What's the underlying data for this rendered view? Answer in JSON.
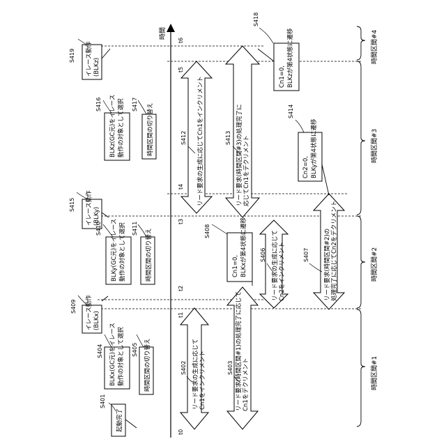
{
  "axis": {
    "time_label": "時間"
  },
  "time_marks": [
    "t0",
    "t1",
    "t2",
    "t3",
    "t4",
    "t5",
    "t6"
  ],
  "intervals": [
    "時間区間#1",
    "時間区間#2",
    "時間区間#3",
    "時間区間#4"
  ],
  "steps": {
    "s401": {
      "id": "S401",
      "text": "起動完了"
    },
    "s402": {
      "id": "S402",
      "lines": [
        "リード要求の生成に応じて",
        "Cn1をインクリメント"
      ]
    },
    "s403": {
      "id": "S403",
      "lines": [
        "リード要求(時間区間#1)の処理完了に応じて",
        "Cn1をデクリメント"
      ]
    },
    "s404": {
      "id": "S404",
      "lines": [
        "BLKx(GC元)をイレース",
        "動作の対象として選択"
      ]
    },
    "s405": {
      "id": "S405",
      "text": "時間区間の切り替え"
    },
    "s406": {
      "id": "S406",
      "lines": [
        "リード要求の生成に応じて",
        "Cn2をインクリメント"
      ]
    },
    "s407": {
      "id": "S407",
      "lines": [
        "リード要求(時間区間#2)の",
        "処理完了に応じてCn2をデクリメント"
      ]
    },
    "s408": {
      "id": "S408",
      "lines": [
        "Cn1=0,",
        "BLKxが第4状態に遷移"
      ]
    },
    "s409": {
      "id": "S409",
      "lines": [
        "イレース動作",
        "(BLKx)"
      ]
    },
    "s410": {
      "id": "S410",
      "lines": [
        "BLKy(GC元)をイレース",
        "動作の対象として選択"
      ]
    },
    "s411": {
      "id": "S411",
      "text": "時間区間の切り替え"
    },
    "s412": {
      "id": "S412",
      "text": "リード要求の生成に応じてCn1をインクリメント"
    },
    "s413": {
      "id": "S413",
      "lines": [
        "リード要求(時間区間#3)の処理完了に",
        "応じてCn1をデクリメント"
      ]
    },
    "s414": {
      "id": "S414",
      "lines": [
        "Cn2=0,",
        "BLKyが第4状態に遷移"
      ]
    },
    "s415": {
      "id": "S415",
      "lines": [
        "イレース動作",
        "(BLKy)"
      ]
    },
    "s416": {
      "id": "S416",
      "lines": [
        "BLKz(GC元)をイレース",
        "動作の対象として選択"
      ]
    },
    "s417": {
      "id": "S417",
      "text": "時間区間の切り替え"
    },
    "s418": {
      "id": "S418",
      "lines": [
        "Cn1=0,",
        "BLKzが第4状態に遷移"
      ]
    },
    "s419": {
      "id": "S419",
      "lines": [
        "イレース動作",
        "(BLKz)"
      ]
    }
  }
}
